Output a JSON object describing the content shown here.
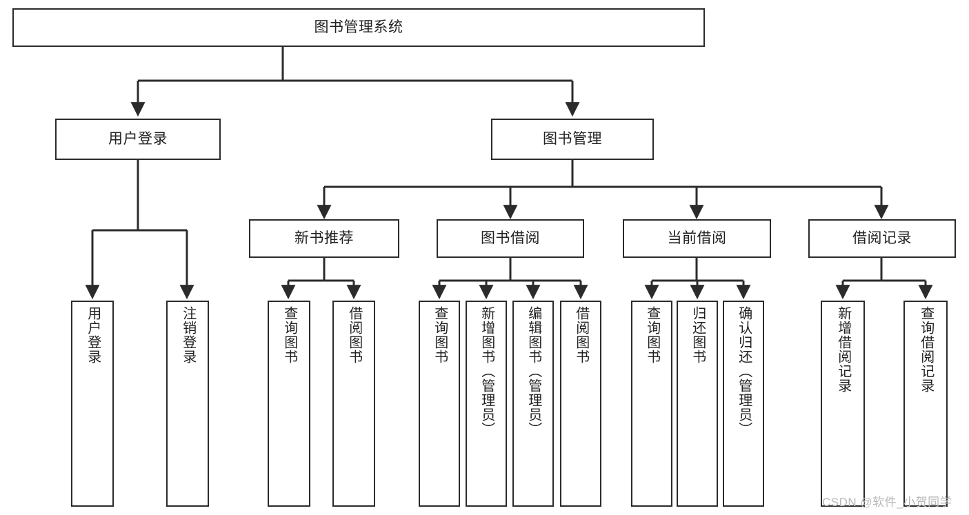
{
  "diagram": {
    "title": "图书管理系统",
    "type": "tree",
    "colors": {
      "node_border": "#2b2b2b",
      "node_fill": "#ffffff",
      "edge": "#2b2b2b",
      "text": "#222222",
      "watermark": "#b8b8b8"
    },
    "nodes": {
      "root": {
        "label": "图书管理系统"
      },
      "level2": [
        {
          "id": "user-login",
          "label": "用户登录"
        },
        {
          "id": "book-management",
          "label": "图书管理"
        }
      ],
      "level3": [
        {
          "id": "new-book-recommend",
          "label": "新书推荐"
        },
        {
          "id": "book-borrow",
          "label": "图书借阅"
        },
        {
          "id": "current-borrow",
          "label": "当前借阅"
        },
        {
          "id": "borrow-record",
          "label": "借阅记录"
        }
      ],
      "leaves": {
        "user-login": [
          {
            "id": "leaf-user-login",
            "label": "用户登录"
          },
          {
            "id": "leaf-logout-login",
            "label": "注销登录"
          }
        ],
        "new-book-recommend": [
          {
            "id": "leaf-query-book-1",
            "label": "查询图书"
          },
          {
            "id": "leaf-borrow-book-1",
            "label": "借阅图书"
          }
        ],
        "book-borrow": [
          {
            "id": "leaf-query-book-2",
            "label": "查询图书"
          },
          {
            "id": "leaf-add-book",
            "label": "新增图书（管理员）"
          },
          {
            "id": "leaf-edit-book",
            "label": "编辑图书（管理员）"
          },
          {
            "id": "leaf-borrow-book-2",
            "label": "借阅图书"
          }
        ],
        "current-borrow": [
          {
            "id": "leaf-query-book-3",
            "label": "查询图书"
          },
          {
            "id": "leaf-return-book",
            "label": "归还图书"
          },
          {
            "id": "leaf-confirm-return",
            "label": "确认归还（管理员）"
          }
        ],
        "borrow-record": [
          {
            "id": "leaf-add-record",
            "label": "新增借阅记录"
          },
          {
            "id": "leaf-query-record",
            "label": "查询借阅记录"
          }
        ]
      }
    }
  },
  "watermark": {
    "text": "CSDN @软件_小贺同学"
  }
}
